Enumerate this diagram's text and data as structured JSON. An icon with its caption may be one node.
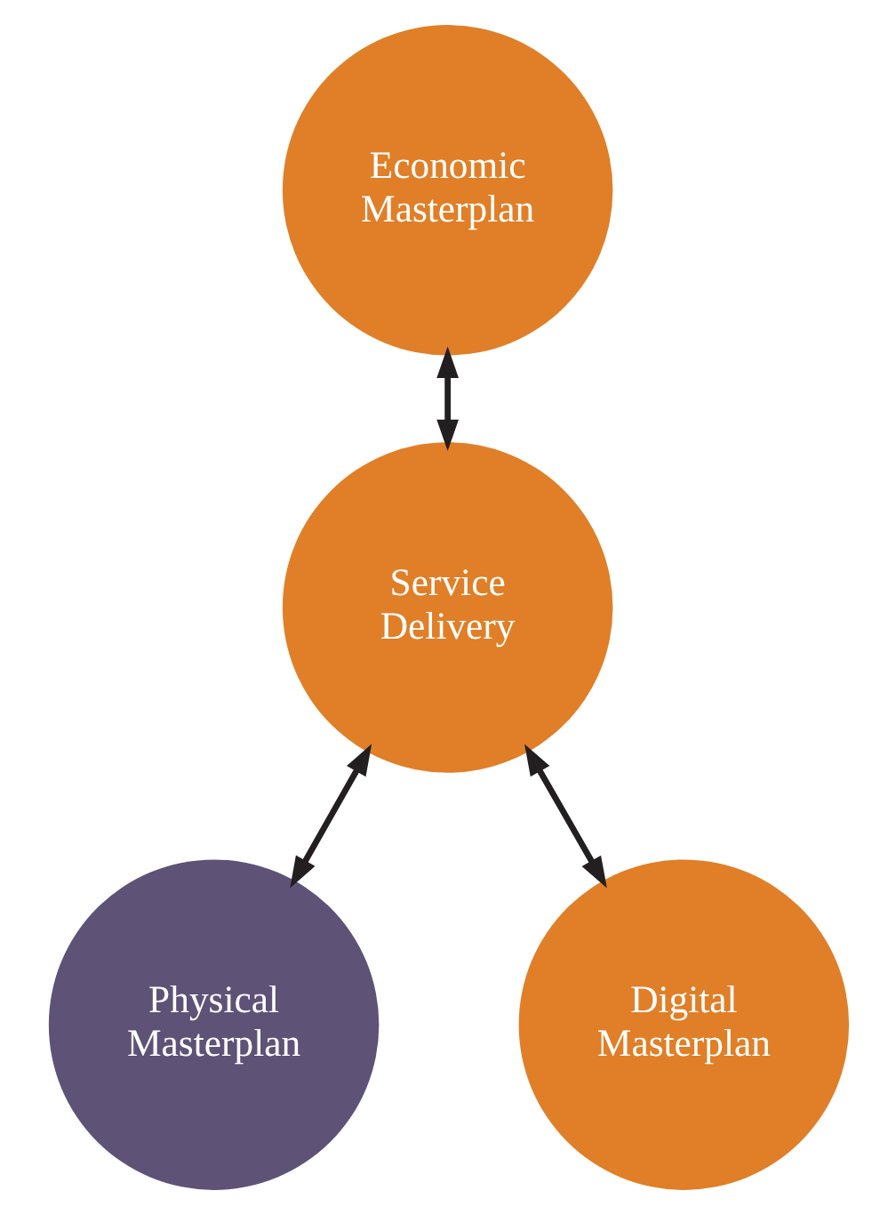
{
  "diagram": {
    "nodes": [
      {
        "text": [
          "Economic Masterplan"
        ]
      },
      {
        "text": [
          "Service Delivery"
        ]
      },
      {
        "text": [
          "Physical Masterplan"
        ]
      },
      {
        "text": [
          "Digital Masterplan"
        ]
      }
    ],
    "edges": [
      {
        "from": 0,
        "to": 1,
        "arrow": "both"
      },
      {
        "from": 1,
        "to": 2,
        "arrow": "both"
      },
      {
        "from": 1,
        "to": 3,
        "arrow": "both"
      }
    ]
  }
}
